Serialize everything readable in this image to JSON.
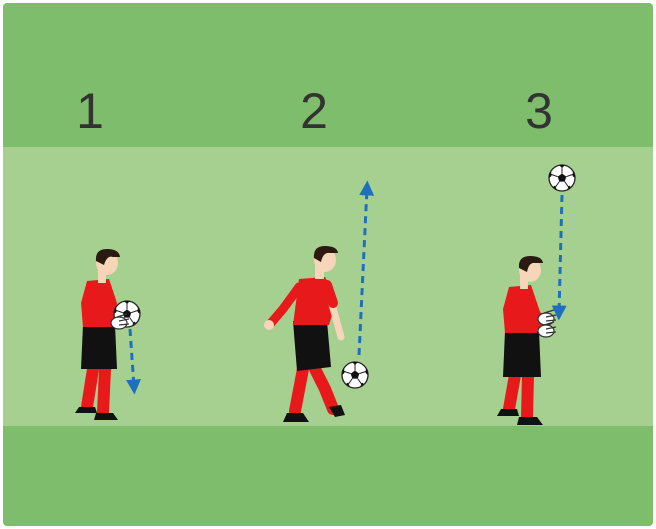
{
  "colors": {
    "outer_grass": "#7dbd6b",
    "inner_grass": "#a6d08f",
    "jersey": "#e8191b",
    "shorts": "#111111",
    "skin": "#f6d5b8",
    "hair": "#2b1a12",
    "arrow": "#1f6fbf",
    "text": "#333333"
  },
  "steps": [
    {
      "number": "1",
      "ball_motion": "down"
    },
    {
      "number": "2",
      "ball_motion": "up"
    },
    {
      "number": "3",
      "ball_motion": "down"
    }
  ]
}
